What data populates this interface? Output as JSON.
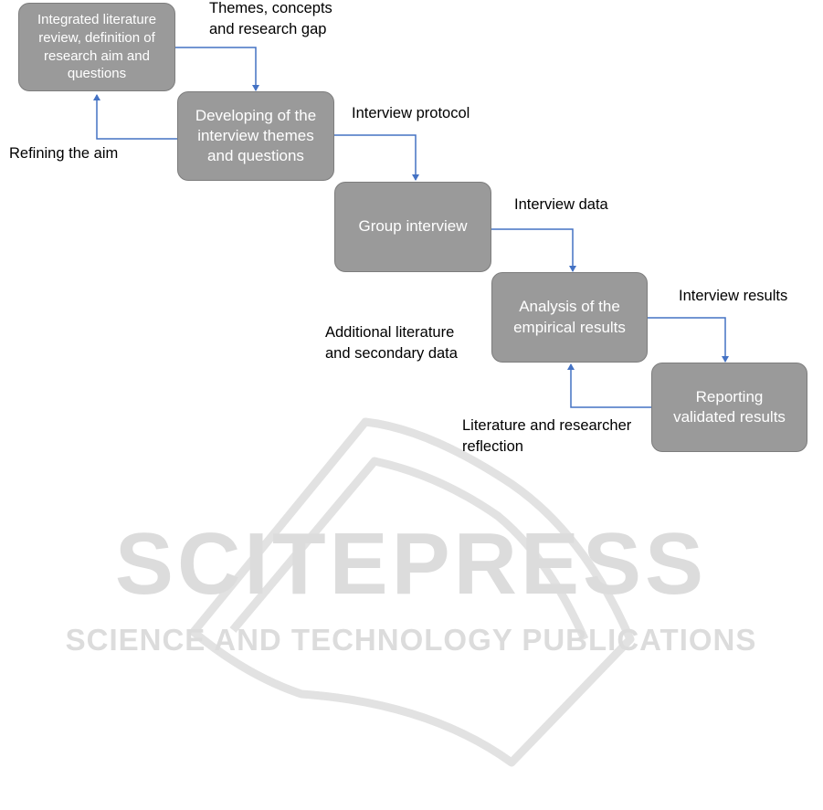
{
  "boxes": {
    "literature_review": "Integrated literature\nreview, definition of\nresearch aim and\nquestions",
    "developing_themes": "Developing of the\ninterview themes\nand questions",
    "group_interview": "Group interview",
    "analysis": "Analysis of the\nempirical results",
    "reporting": "Reporting\nvalidated results"
  },
  "labels": {
    "themes_concepts": "Themes, concepts\nand research gap",
    "refining_aim": "Refining the aim",
    "interview_protocol": "Interview protocol",
    "interview_data": "Interview data",
    "interview_results": "Interview results",
    "additional_literature": "Additional literature\nand secondary data",
    "literature_reflection": "Literature and researcher\nreflection"
  },
  "watermark": {
    "title": "SCITEPRESS",
    "subtitle": "SCIENCE AND TECHNOLOGY PUBLICATIONS"
  },
  "colors": {
    "box_fill": "#9a9a9a",
    "box_text": "#ffffff",
    "connector": "#4472c4",
    "watermark": "#d9d9d9"
  }
}
